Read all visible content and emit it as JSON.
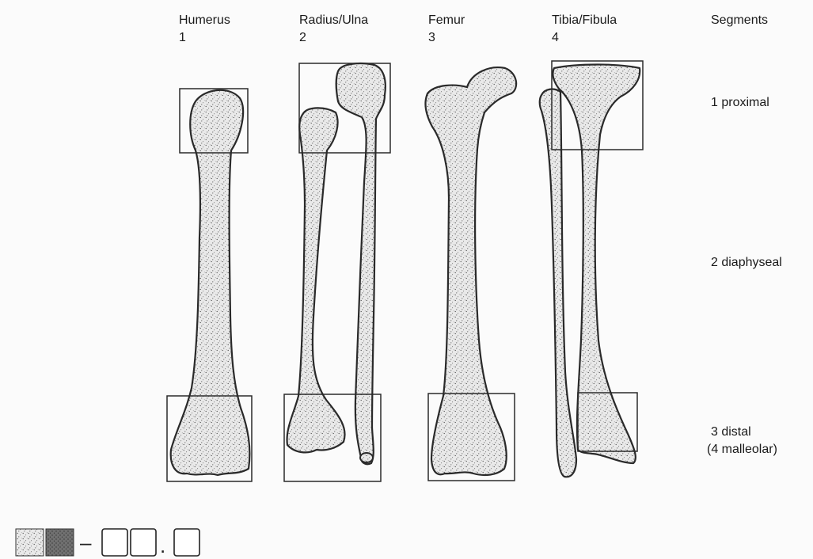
{
  "bones": [
    {
      "name": "Humerus",
      "number": "1"
    },
    {
      "name": "Radius/Ulna",
      "number": "2"
    },
    {
      "name": "Femur",
      "number": "3"
    },
    {
      "name": "Tibia/Fibula",
      "number": "4"
    }
  ],
  "segments_header": "Segments",
  "segments": [
    {
      "label": "1 proximal"
    },
    {
      "label": "2 diaphyseal"
    },
    {
      "label": "3 distal",
      "sublabel": "(4 malleolar)"
    }
  ],
  "code_separators": {
    "dash": "–",
    "dot": "."
  },
  "colors": {
    "bone_fill": "#e9e9e9",
    "outline": "#2a2a2a",
    "dark_swatch": "#6a6a6a"
  }
}
